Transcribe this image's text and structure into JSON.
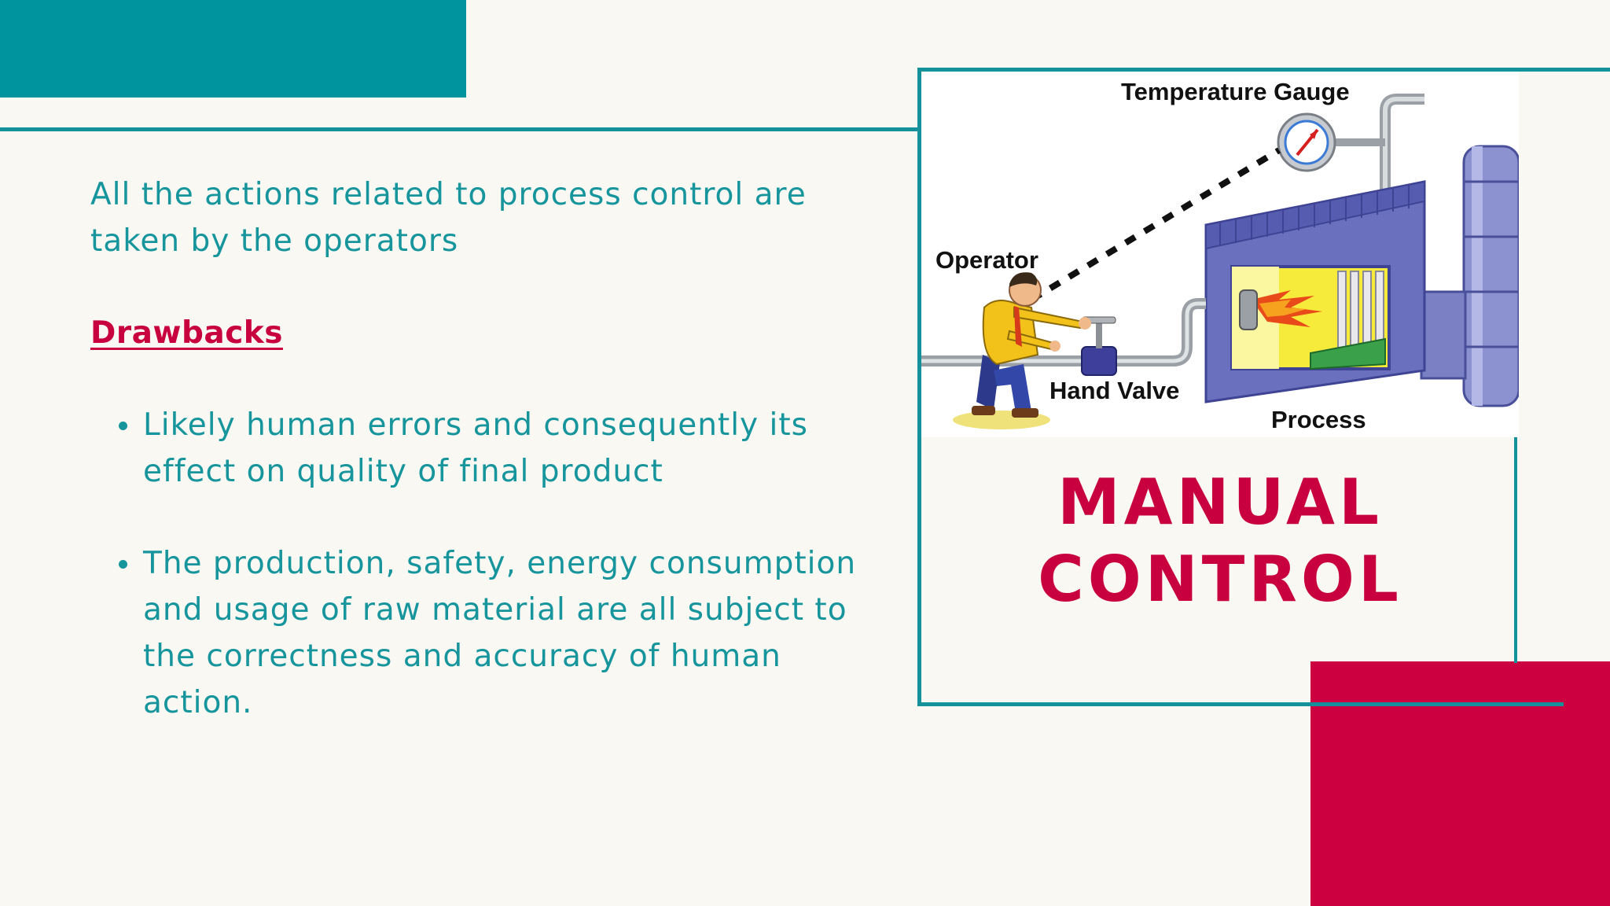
{
  "intro": {
    "text": "All the actions related to process control are taken by the operators"
  },
  "drawbacks": {
    "heading": "Drawbacks",
    "items": [
      "Likely human errors and consequently its effect on quality of final product",
      "The production, safety, energy consumption and usage of raw material are all subject to the correctness and accuracy of human action."
    ]
  },
  "diagram": {
    "labels": {
      "temperature_gauge": "Temperature Gauge",
      "operator": "Operator",
      "hand_valve": "Hand Valve",
      "process": "Process"
    }
  },
  "title": {
    "line1": "MANUAL",
    "line2": "CONTROL"
  },
  "colors": {
    "teal": "#00949e",
    "teal_text": "#17959c",
    "crimson": "#c8003f",
    "background": "#f9f8f3"
  }
}
